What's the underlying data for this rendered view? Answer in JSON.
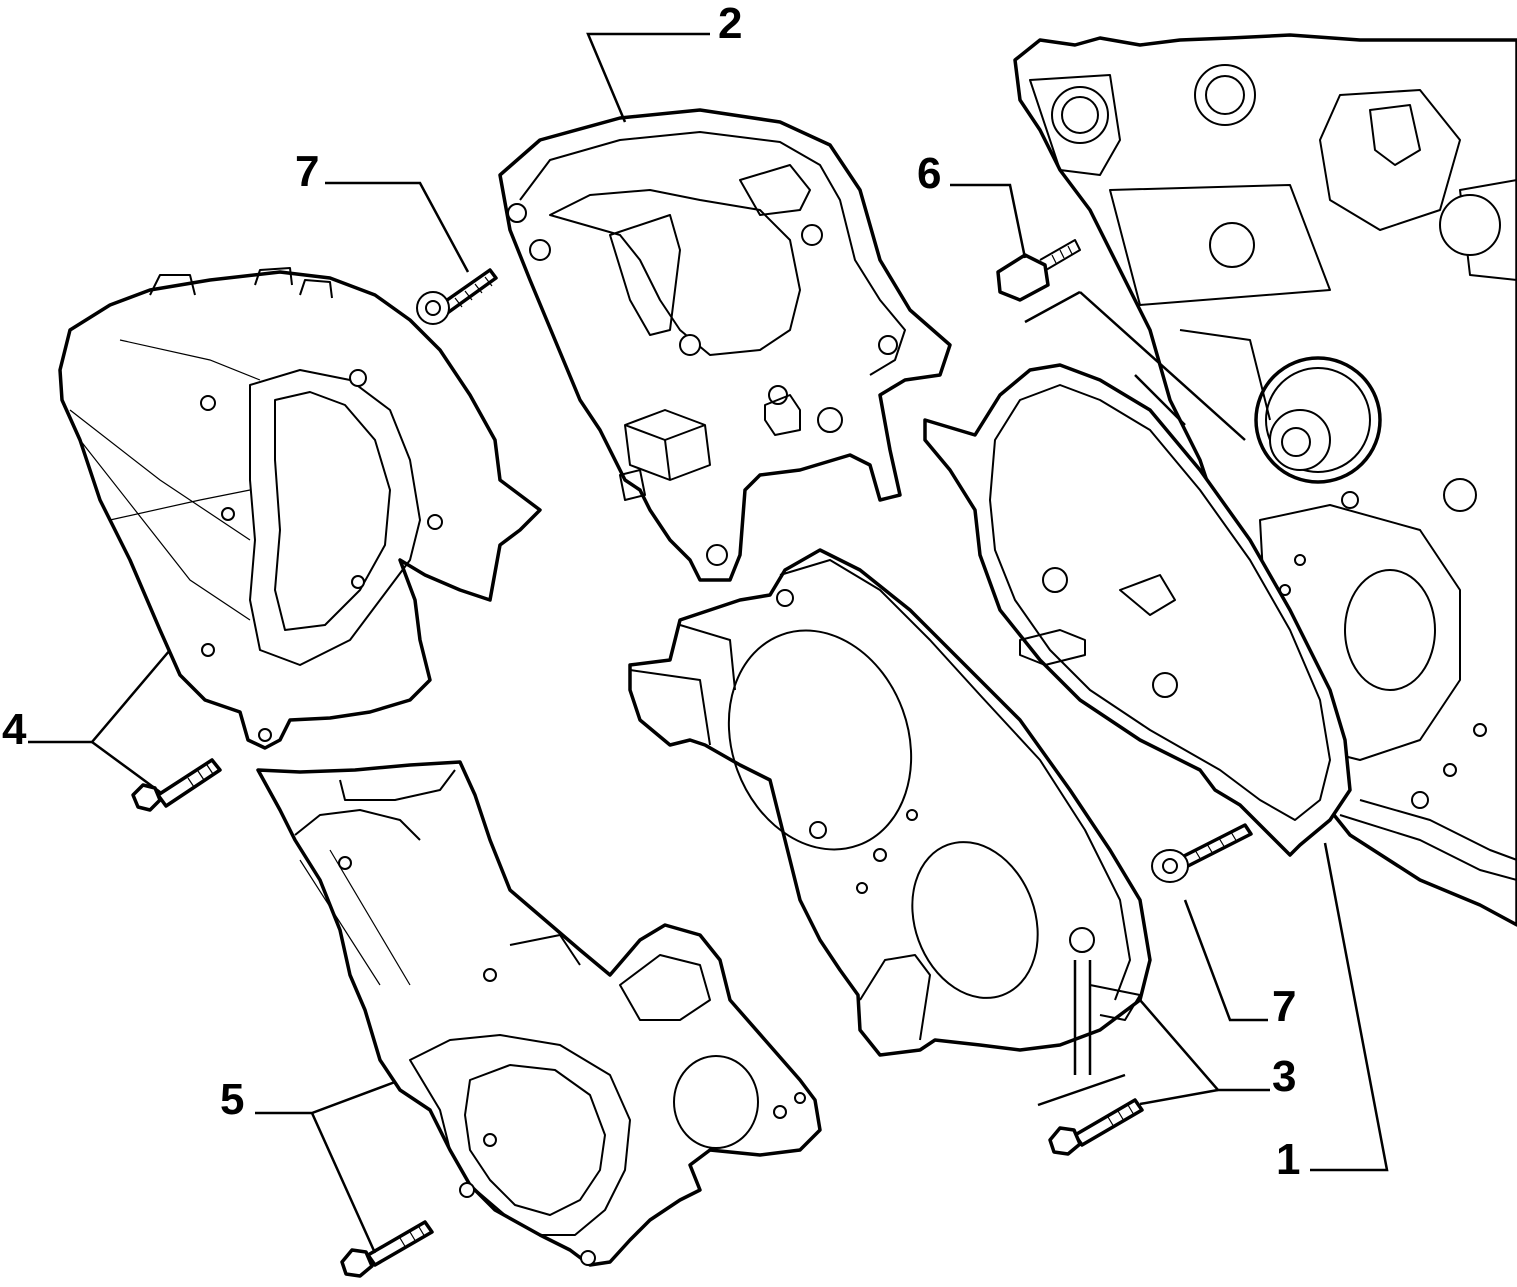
{
  "diagram": {
    "callouts": [
      {
        "id": "c1",
        "label": "1"
      },
      {
        "id": "c2",
        "label": "2"
      },
      {
        "id": "c3",
        "label": "3"
      },
      {
        "id": "c4",
        "label": "4"
      },
      {
        "id": "c5",
        "label": "5"
      },
      {
        "id": "c6",
        "label": "6"
      },
      {
        "id": "c7a",
        "label": "7"
      },
      {
        "id": "c7b",
        "label": "7"
      }
    ]
  }
}
